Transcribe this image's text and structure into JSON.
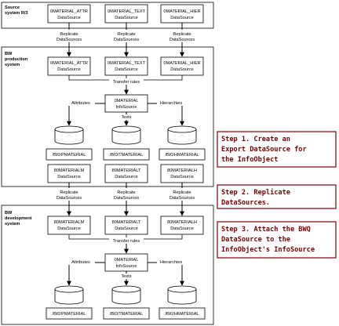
{
  "systems": {
    "source": [
      "Source",
      "system R/3"
    ],
    "production": [
      "BW",
      "production",
      "system"
    ],
    "development": [
      "BW",
      "development",
      "system"
    ]
  },
  "source_boxes": [
    [
      "0MATERIAL_ATTR",
      "DataSource"
    ],
    [
      "0MATERIAL_TEXT",
      "DataSource"
    ],
    [
      "0MATERIAL_HIER",
      "DataSource"
    ]
  ],
  "replicate": [
    "Replicate",
    "DataSources"
  ],
  "prod_datasources": [
    [
      "0MATERIAL_ATTR",
      "DataSource"
    ],
    [
      "0MATERIAL_TEXT",
      "DataSource"
    ],
    [
      "0MATERIAL_HIER",
      "DataSource"
    ]
  ],
  "transfer_rules": "Transfer rules",
  "infosource": [
    "0MATERIAL",
    "InfoSource"
  ],
  "attributes": "Attributes",
  "texts": "Texts",
  "hierarchies": "Hierarchies",
  "prod_tables": [
    "/BI0/PMATERIAL",
    "/BI0/TMATERIAL",
    "/BI0/HMATERIAL"
  ],
  "export_boxes": [
    [
      "80MATERIALM",
      "DataSource"
    ],
    [
      "80MATERIALT",
      "DataSource"
    ],
    [
      "80MATERIALH",
      "DataSource"
    ]
  ],
  "dev_datasources": [
    [
      "80MATERIALM",
      "DataSource"
    ],
    [
      "80MATERIALT",
      "DataSource"
    ],
    [
      "80MATERIALH",
      "DataSource"
    ]
  ],
  "dev_tables": [
    "/BI0/PMATERIAL",
    "/BI0/TMATERIAL",
    "/BI0/HMATERIAL"
  ],
  "steps": {
    "step1": [
      "Step 1. Create an",
      "Export DataSource for",
      "the InfoObject"
    ],
    "step2": [
      "Step 2. Replicate",
      "DataSources."
    ],
    "step3": [
      "Step 3. Attach the BWQ",
      "DataSource to the",
      "InfoObject's InfoSource"
    ]
  },
  "colors": {
    "step_text": "#7a0000",
    "step_border": "#7a0000"
  }
}
